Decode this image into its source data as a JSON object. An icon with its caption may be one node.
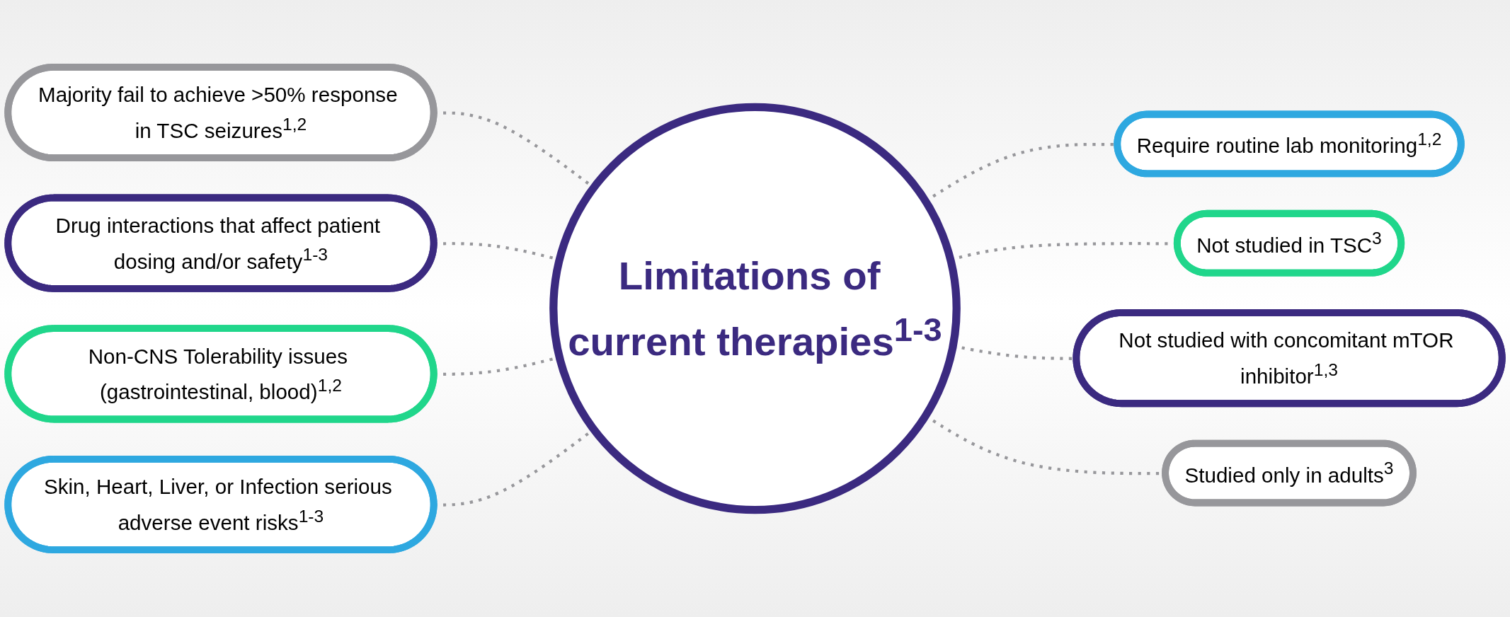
{
  "diagram": {
    "nodes": [
      {
        "text": [
          "Limitations of current therapies$^{1-3}$"
        ]
      },
      {
        "text": [
          "Majority fail to achieve >50% response in TSC seizures$^{1,2}$"
        ]
      },
      {
        "text": [
          "Drug interactions that affect patient dosing and/or safety$^{1-3}$"
        ]
      },
      {
        "text": [
          "Non-CNS Tolerability issues (gastrointestinal, blood)$^{1,2}$"
        ]
      },
      {
        "text": [
          "Skin, Heart, Liver, or Infection serious adverse event risks$^{1-3}$"
        ]
      },
      {
        "text": [
          "Require routine lab monitoring$^{1,2}$"
        ]
      },
      {
        "text": [
          "Not studied in TSC$^{3}$"
        ]
      },
      {
        "text": [
          "Not studied with concomitant mTOR inhibitor$^{1,3}$"
        ]
      },
      {
        "text": [
          "Studied only in adults$^{3}$"
        ]
      }
    ],
    "edges": [
      {
        "from": 1,
        "to": 0,
        "arrow": "none",
        "style": "dashed"
      },
      {
        "from": 2,
        "to": 0,
        "arrow": "none",
        "style": "dashed"
      },
      {
        "from": 3,
        "to": 0,
        "arrow": "none",
        "style": "dashed"
      },
      {
        "from": 4,
        "to": 0,
        "arrow": "none",
        "style": "dashed"
      },
      {
        "from": 0,
        "to": 5,
        "arrow": "none",
        "style": "dashed"
      },
      {
        "from": 0,
        "to": 6,
        "arrow": "none",
        "style": "dashed"
      },
      {
        "from": 0,
        "to": 7,
        "arrow": "none",
        "style": "dashed"
      },
      {
        "from": 0,
        "to": 8,
        "arrow": "none",
        "style": "dashed"
      }
    ]
  }
}
